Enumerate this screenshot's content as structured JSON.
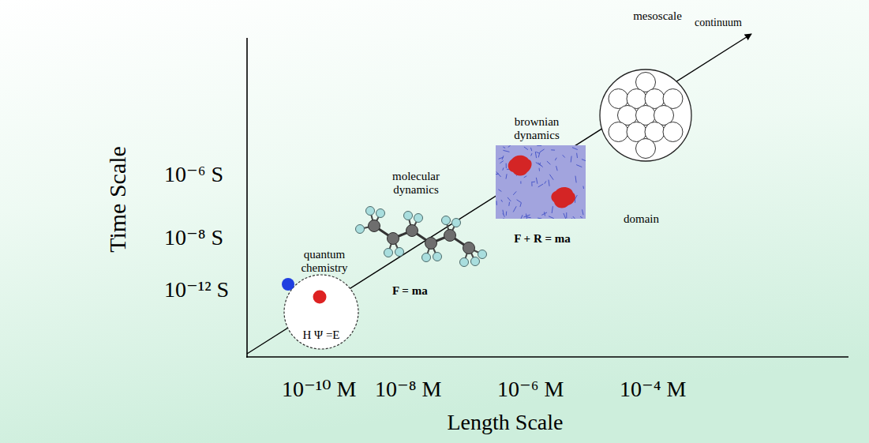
{
  "diagram": {
    "nodes": [
      {
        "text": [
          "quantum chemistry",
          "H Ψ =E"
        ]
      },
      {
        "text": [
          "brownian dynamics",
          "F + R = ma"
        ]
      },
      {
        "text": [
          "mesoscale"
        ]
      }
    ],
    "labels": [
      "continuum",
      "molecular dynamics",
      "F = ma",
      "domain",
      "Time Scale",
      "10⁻⁶ S",
      "10⁻⁸ S",
      "10⁻¹² S",
      "10⁻¹⁰ M",
      "10⁻⁸ M",
      "10⁻⁶ M",
      "10⁻⁴ M",
      "Length Scale"
    ]
  }
}
